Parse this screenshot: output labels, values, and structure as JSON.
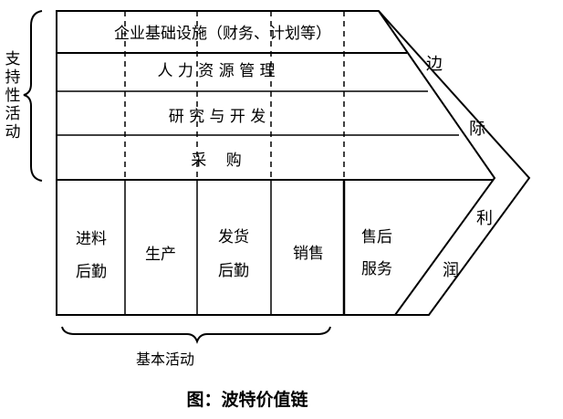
{
  "support": {
    "group_label": [
      "支",
      "持",
      "性",
      "活",
      "动"
    ],
    "rows": [
      "企业基础设施（财务、计划等）",
      "人 力 资 源 管 理",
      "研 究 与 开 发",
      "采    购"
    ]
  },
  "primary": {
    "activities": [
      [
        "进料",
        "后勤"
      ],
      [
        "生产"
      ],
      [
        "发货",
        "后勤"
      ],
      [
        "销售"
      ],
      [
        "售后",
        "服务"
      ]
    ],
    "group_label": "基本活动"
  },
  "margin": [
    "边",
    "际",
    "利",
    "润"
  ],
  "caption": "图：波特价值链"
}
